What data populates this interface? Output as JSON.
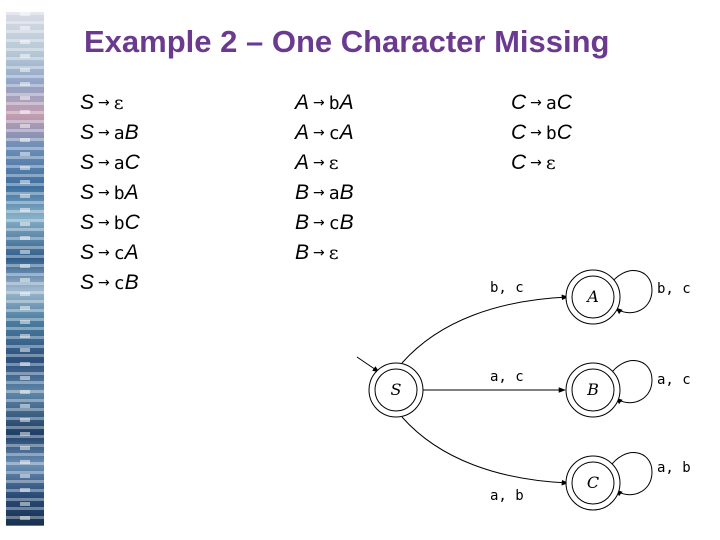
{
  "slide": {
    "title": "Example 2 – One Character Missing"
  },
  "grammar": {
    "arrow_symbol": "→",
    "columns": [
      [
        {
          "lhs": "S",
          "terminal": "",
          "nonterminal": "",
          "epsilon": "ε"
        },
        {
          "lhs": "S",
          "terminal": "a",
          "nonterminal": "B",
          "epsilon": ""
        },
        {
          "lhs": "S",
          "terminal": "a",
          "nonterminal": "C",
          "epsilon": ""
        },
        {
          "lhs": "S",
          "terminal": "b",
          "nonterminal": "A",
          "epsilon": ""
        },
        {
          "lhs": "S",
          "terminal": "b",
          "nonterminal": "C",
          "epsilon": ""
        },
        {
          "lhs": "S",
          "terminal": "c",
          "nonterminal": "A",
          "epsilon": ""
        },
        {
          "lhs": "S",
          "terminal": "c",
          "nonterminal": "B",
          "epsilon": ""
        }
      ],
      [
        {
          "lhs": "A",
          "terminal": "b",
          "nonterminal": "A",
          "epsilon": ""
        },
        {
          "lhs": "A",
          "terminal": "c",
          "nonterminal": "A",
          "epsilon": ""
        },
        {
          "lhs": "A",
          "terminal": "",
          "nonterminal": "",
          "epsilon": "ε"
        },
        {
          "lhs": "B",
          "terminal": "a",
          "nonterminal": "B",
          "epsilon": ""
        },
        {
          "lhs": "B",
          "terminal": "c",
          "nonterminal": "B",
          "epsilon": ""
        },
        {
          "lhs": "B",
          "terminal": "",
          "nonterminal": "",
          "epsilon": "ε"
        }
      ],
      [
        {
          "lhs": "C",
          "terminal": "a",
          "nonterminal": "C",
          "epsilon": ""
        },
        {
          "lhs": "C",
          "terminal": "b",
          "nonterminal": "C",
          "epsilon": ""
        },
        {
          "lhs": "C",
          "terminal": "",
          "nonterminal": "",
          "epsilon": "ε"
        }
      ]
    ]
  },
  "fsm": {
    "states": {
      "s": "S",
      "a": "A",
      "b": "B",
      "c": "C"
    },
    "edge_labels": {
      "s_to_a": "b, c",
      "s_to_b": "a, c",
      "s_to_c": "a, b",
      "loop_a": "b, c",
      "loop_b": "a, c",
      "loop_c": "a, b"
    }
  }
}
